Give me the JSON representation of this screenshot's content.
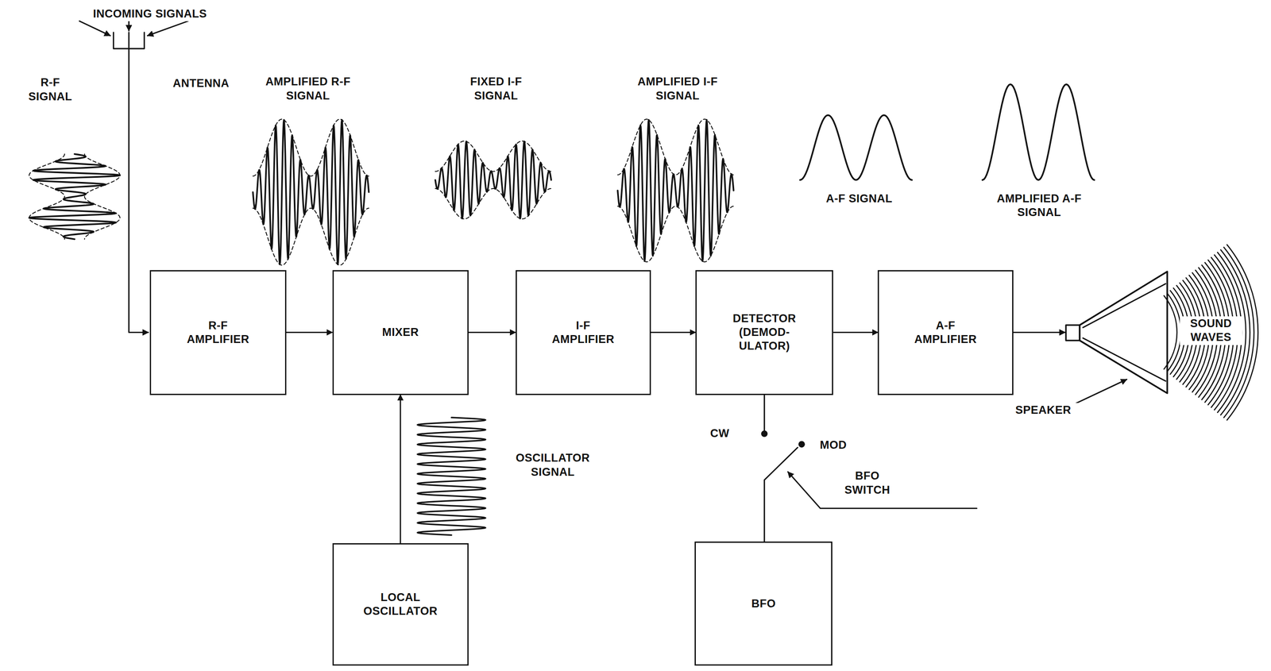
{
  "diagram": {
    "nodes": [
      {
        "text": [
          "R-F AMPLIFIER"
        ]
      },
      {
        "text": [
          "MIXER"
        ]
      },
      {
        "text": [
          "I-F AMPLIFIER"
        ]
      },
      {
        "text": [
          "DETECTOR (DEMOD- ULATOR)"
        ]
      },
      {
        "text": [
          "A-F AMPLIFIER"
        ]
      },
      {
        "text": [
          "LOCAL OSCILLATOR"
        ]
      },
      {
        "text": [
          "BFO"
        ]
      }
    ],
    "edges": [
      {
        "from": 0,
        "to": 1,
        "arrow": "to"
      },
      {
        "from": 1,
        "to": 2,
        "arrow": "to"
      },
      {
        "from": 2,
        "to": 3,
        "arrow": "to"
      },
      {
        "from": 3,
        "to": 4,
        "arrow": "to"
      },
      {
        "from": 5,
        "to": 1,
        "arrow": "to"
      }
    ],
    "labels": [
      "INCOMING SIGNALS",
      "ANTENNA",
      "R-F SIGNAL",
      "AMPLIFIED R-F SIGNAL",
      "FIXED I-F SIGNAL",
      "AMPLIFIED I-F SIGNAL",
      "A-F SIGNAL",
      "AMPLIFIED A-F SIGNAL",
      "OSCILLATOR SIGNAL",
      "CW",
      "MOD",
      "BFO SWITCH",
      "SPEAKER",
      "SOUND WAVES"
    ]
  }
}
